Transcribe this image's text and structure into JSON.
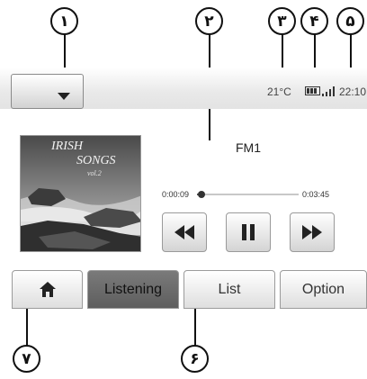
{
  "callouts": [
    "١",
    "٢",
    "٣",
    "۴",
    "۵",
    "۶",
    "٧"
  ],
  "status": {
    "temperature": "21°C",
    "time": "22:10"
  },
  "album": {
    "line1": "IRISH",
    "line2": "SONGS",
    "line3": "vol.2"
  },
  "radio": {
    "station": "FM1"
  },
  "playback": {
    "elapsed": "0:00:09",
    "total": "0:03:45",
    "progress": 0.04
  },
  "tabs": {
    "home_icon": "home-icon",
    "listening": "Listening",
    "list": "List",
    "option": "Option"
  },
  "icons": {
    "rewind": "rewind-icon",
    "pause": "pause-icon",
    "forward": "fast-forward-icon",
    "dropdown": "chevron-down-icon"
  }
}
